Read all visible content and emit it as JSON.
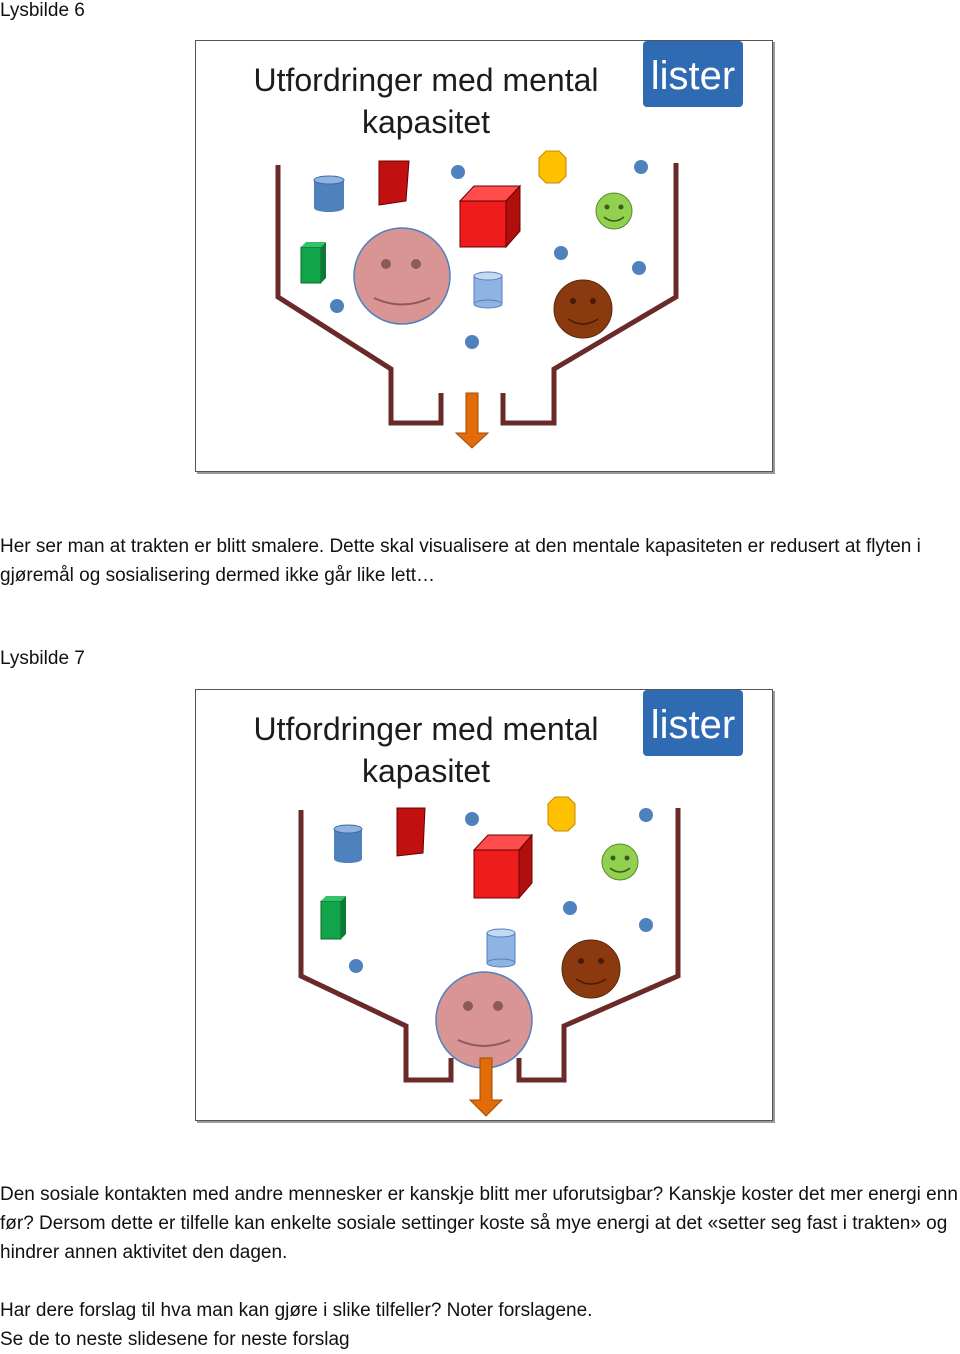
{
  "slides": [
    {
      "label": "Lysbilde 6",
      "title": "Utfordringer med mental kapasitet",
      "logo_text": "lister",
      "notes": [
        "Her ser man at trakten er blitt smalere. Dette skal visualisere at den mentale kapasiteten er redusert at flyten i gjøremål og sosialisering dermed ikke går like lett…"
      ]
    },
    {
      "label": "Lysbilde 7",
      "title": "Utfordringer med mental kapasitet",
      "logo_text": "lister",
      "notes": [
        "Den sosiale kontakten med andre mennesker er kanskje blitt mer uforutsigbar? Kanskje koster det mer energi enn før? Dersom dette er tilfelle kan enkelte sosiale settinger koste så mye energi at det «setter seg fast i trakten» og hindrer annen aktivitet den dagen.",
        "Har dere forslag til hva man kan gjøre i slike tilfeller? Noter forslagene.",
        "Se de to neste slidesene for neste forslag"
      ]
    }
  ],
  "colors": {
    "funnel": "#6b2a2a",
    "logo_blue": "#2f6bb3",
    "cube_red": "#ee1c1c",
    "small_red": "#c01010",
    "cylinder_blue": "#4f81bd",
    "cylinder_light": "#8fb4e3",
    "green_block": "#11a44a",
    "yellow_octagon": "#ffc000",
    "big_face": "#d99594",
    "green_face": "#92d050",
    "brown_face": "#8b3a0f",
    "dot_blue": "#4f81bd",
    "arrow_orange": "#e36c0a"
  }
}
